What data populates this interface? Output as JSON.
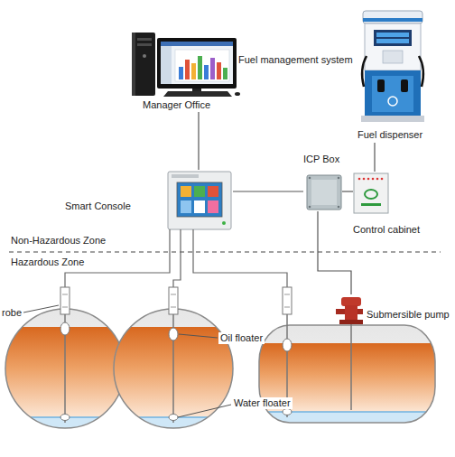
{
  "diagram": {
    "nodes": [
      {
        "text": [
          "Fuel management system",
          "Manager Office"
        ]
      },
      {
        "text": [
          "Fuel dispenser"
        ]
      },
      {
        "text": [
          "Smart Console"
        ]
      },
      {
        "text": [
          "ICP Box"
        ]
      },
      {
        "text": [
          "Control cabinet"
        ]
      },
      {
        "text": [
          "Submersible pump"
        ]
      }
    ],
    "edges": [
      {
        "from": 0,
        "to": 2,
        "arrow": "none"
      },
      {
        "from": 2,
        "to": 3,
        "arrow": "none"
      },
      {
        "from": 3,
        "to": 4,
        "arrow": "none"
      },
      {
        "from": 4,
        "to": 1,
        "arrow": "none"
      },
      {
        "from": 3,
        "to": 5,
        "arrow": "none"
      }
    ],
    "labels": [
      "Non-Hazardous Zone",
      "Hazardous Zone",
      "robe",
      "Oil floater",
      "Water floater"
    ]
  }
}
